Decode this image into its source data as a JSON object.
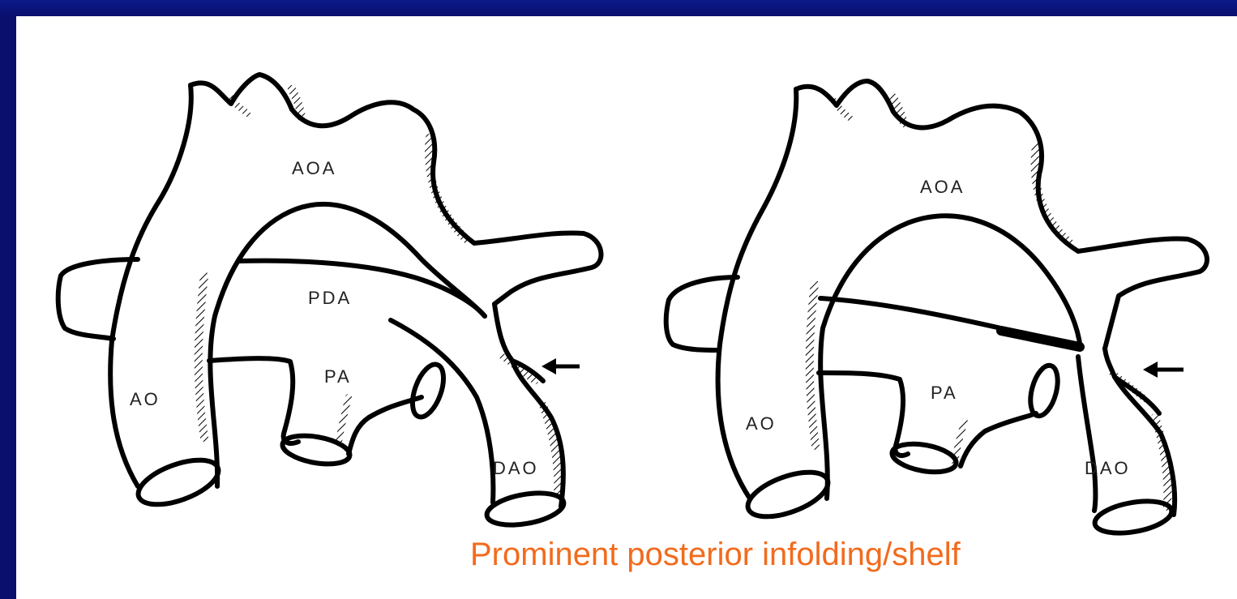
{
  "left_figure": {
    "labels": {
      "aoa": "AOA",
      "pda": "PDA",
      "pa": "PA",
      "ao": "AO",
      "dao": "DAO"
    }
  },
  "right_figure": {
    "labels": {
      "aoa": "AOA",
      "pa": "PA",
      "ao": "AO",
      "dao": "DAO"
    }
  },
  "caption": "Prominent posterior infolding/shelf",
  "colors": {
    "frame": "#0a0f6e",
    "caption": "#f26b1d",
    "ink": "#000000"
  }
}
